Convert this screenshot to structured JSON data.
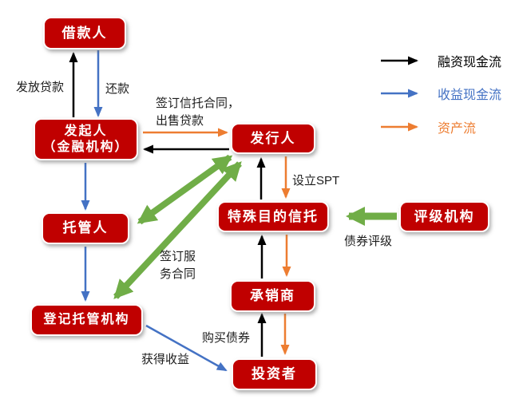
{
  "diagram": {
    "colors": {
      "node_red": "#c00000",
      "financing_black": "#000000",
      "income_blue": "#4472c4",
      "asset_orange": "#ed7d31",
      "contract_green": "#70ad47"
    },
    "nodes": {
      "borrower": "借款人",
      "originator_line1": "发起人",
      "originator_line2": "（金融机构）",
      "issuer": "发行人",
      "custodian": "托管人",
      "spt": "特殊目的信托",
      "rating_agency": "评级机构",
      "underwriter": "承销商",
      "registrar": "登记托管机构",
      "investor": "投资者"
    },
    "edge_labels": {
      "issue_loan": "发放贷款",
      "repayment": "还款",
      "sign_trust_line1": "签订信托合同，",
      "sign_trust_line2": "出售贷款",
      "setup_spt": "设立SPT",
      "bond_rating": "债券评级",
      "sign_service_line1": "签订服",
      "sign_service_line2": "务合同",
      "buy_bonds": "购买债券",
      "gain_income": "获得收益"
    },
    "legend": {
      "items": [
        {
          "name": "financing-cash-flow",
          "label": "融资现金流",
          "color": "#000000"
        },
        {
          "name": "income-cash-flow",
          "label": "收益现金流",
          "color": "#4472c4"
        },
        {
          "name": "asset-flow",
          "label": "资产流",
          "color": "#ed7d31"
        }
      ]
    }
  }
}
